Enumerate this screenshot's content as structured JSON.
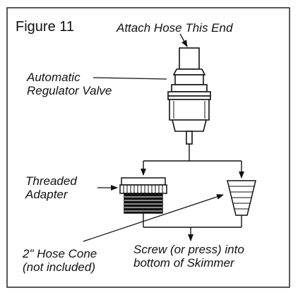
{
  "figure": {
    "title": "Figure 11"
  },
  "labels": {
    "attach_hose": "Attach Hose This End",
    "regulator_valve_line1": "Automatic",
    "regulator_valve_line2": "Regulator Valve",
    "threaded_adapter_line1": "Threaded",
    "threaded_adapter_line2": "Adapter",
    "hose_cone_line1": "2\" Hose Cone",
    "hose_cone_line2": "(not included)",
    "screw_into_line1": "Screw (or press) into",
    "screw_into_line2": "bottom of Skimmer"
  }
}
